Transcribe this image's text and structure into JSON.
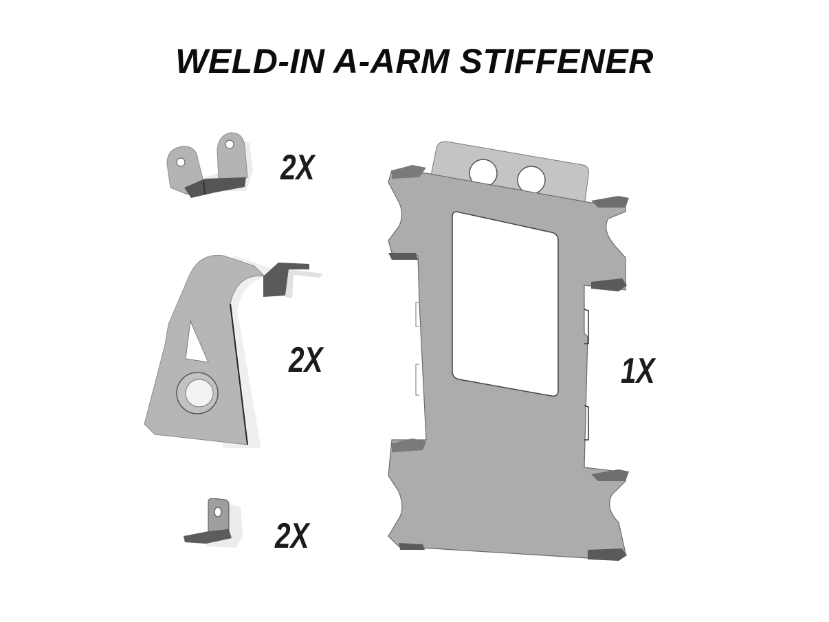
{
  "title": "WELD-IN A-ARM STIFFENER",
  "parts": [
    {
      "name": "clevis-bracket",
      "quantity": "2X"
    },
    {
      "name": "gusset-plate-with-tab",
      "quantity": "2X"
    },
    {
      "name": "angle-tab",
      "quantity": "2X"
    },
    {
      "name": "main-stiffener-plate",
      "quantity": "1X"
    }
  ],
  "colors": {
    "background": "#ffffff",
    "text": "#0c0c0c",
    "metal_light": "#c4c4c4",
    "metal_mid": "#a8a8a8",
    "metal_dark": "#5c5c5c",
    "metal_shadow": "#e8e8e8"
  }
}
